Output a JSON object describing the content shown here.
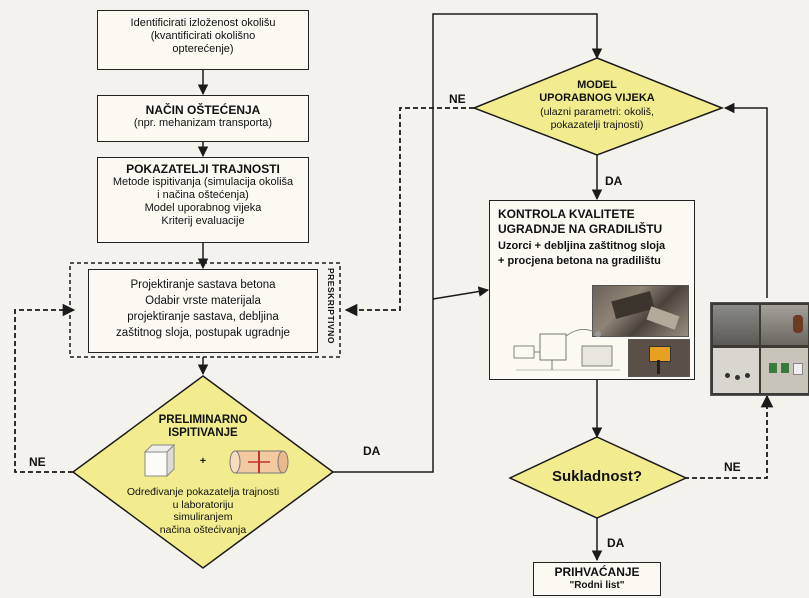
{
  "boxes": {
    "environment": {
      "lines": [
        "Identificirati izloženost okolišu",
        "(kvantificirati okolišno",
        "opterećenje)"
      ]
    },
    "damage": {
      "title": "NAČIN OŠTEĆENJA",
      "sub": "(npr. mehanizam transporta)"
    },
    "indicators": {
      "title": "POKAZATELJI TRAJNOSTI",
      "lines": [
        "Metode ispitivanja (simulacija okoliša",
        "i načina oštećenja)",
        "Model  uporabnog vijeka",
        "Kriterij  evaluacije"
      ]
    },
    "design": {
      "lines": [
        "Projektiranje sastava betona",
        "Odabir vrste materijala",
        "projektiranje sastava, debljina",
        "zaštitnog sloja, postupak ugradnje"
      ],
      "side_label": "PRESKRIPTIVNO"
    },
    "quality": {
      "title_lines": [
        "KONTROLA KVALITETE",
        "UGRADNJE NA GRADILIŠTU"
      ],
      "lines": [
        "Uzorci + debljina zaštitnog sloja",
        "+ procjena betona na gradilištu"
      ]
    },
    "accept": {
      "title": "PRIHVAĆANJE",
      "sub": "\"Rodni list\""
    }
  },
  "diamonds": {
    "preliminary": {
      "title_lines": [
        "PRELIMINARNO",
        "ISPITIVANJE"
      ],
      "plus": "+",
      "lines": [
        "Određivanje pokazatelja trajnosti",
        "u laboratoriju",
        "simuliranjem",
        "načina oštećivanja"
      ]
    },
    "model": {
      "title_lines": [
        "MODEL",
        "UPORABNOG VIJEKA"
      ],
      "lines": [
        "(ulazni parametri: okoliš,",
        "pokazatelji trajnosti)"
      ]
    },
    "compliance": {
      "title": "Sukladnost?"
    }
  },
  "labels": {
    "ne_left": "NE",
    "da_preliminary": "DA",
    "ne_model": "NE",
    "da_model": "DA",
    "ne_compliance": "NE",
    "da_compliance": "DA"
  },
  "colors": {
    "diamond_fill": "#f2ec8f",
    "box_fill": "#fbf9f2",
    "line": "#1a1a1a"
  }
}
